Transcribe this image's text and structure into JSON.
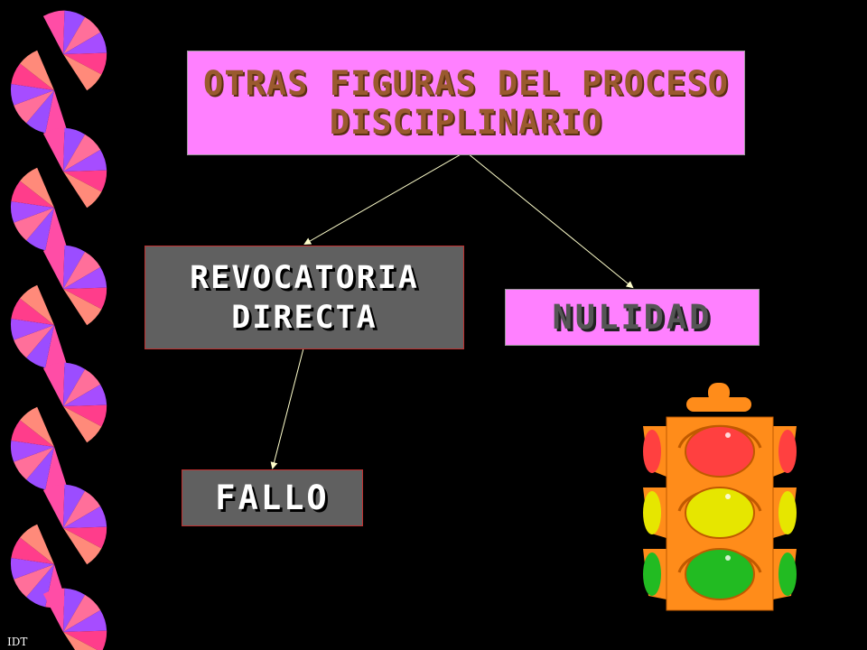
{
  "slide": {
    "title": "OTRAS FIGURAS DEL PROCESO DISCIPLINARIO",
    "nodes": {
      "revocatoria": "REVOCATORIA DIRECTA",
      "nulidad": "NULIDAD",
      "fallo": "FALLO"
    },
    "footer": "IDT"
  },
  "colors": {
    "background": "#000000",
    "pink_box": "#ff80ff",
    "gray_box": "#606060",
    "connector": "#ffffcc"
  },
  "decoration": {
    "left_border": "pink-purple-fan-spiral",
    "traffic_light": "traffic-light-icon"
  }
}
